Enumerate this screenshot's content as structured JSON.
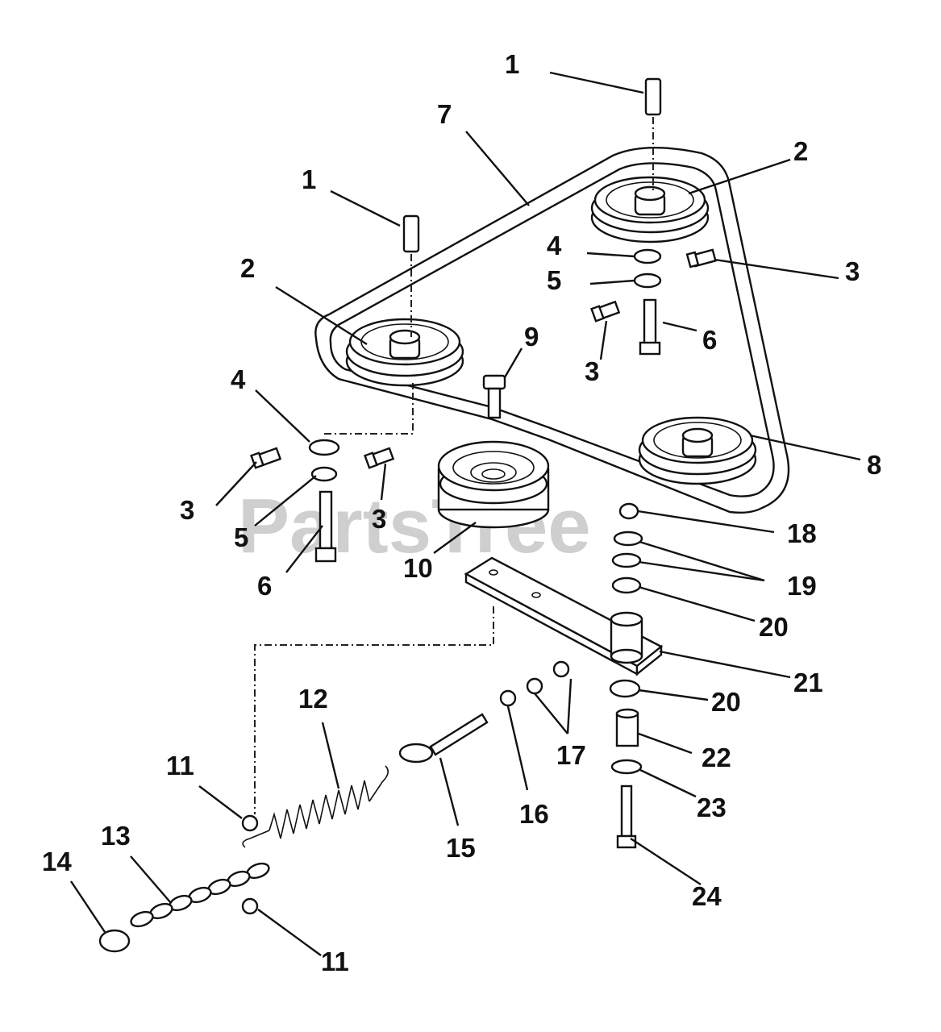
{
  "watermark": "PartsTree",
  "callouts": {
    "c1a": "1",
    "c1b": "1",
    "c2a": "2",
    "c2b": "2",
    "c3a": "3",
    "c3b": "3",
    "c3c": "3",
    "c3d": "3",
    "c4a": "4",
    "c4b": "4",
    "c5a": "5",
    "c5b": "5",
    "c6a": "6",
    "c6b": "6",
    "c7": "7",
    "c8": "8",
    "c9": "9",
    "c10": "10",
    "c11a": "11",
    "c11b": "11",
    "c12": "12",
    "c13": "13",
    "c14": "14",
    "c15": "15",
    "c16": "16",
    "c17": "17",
    "c18": "18",
    "c19": "19",
    "c20a": "20",
    "c20b": "20",
    "c21": "21",
    "c22": "22",
    "c23": "23",
    "c24": "24"
  }
}
